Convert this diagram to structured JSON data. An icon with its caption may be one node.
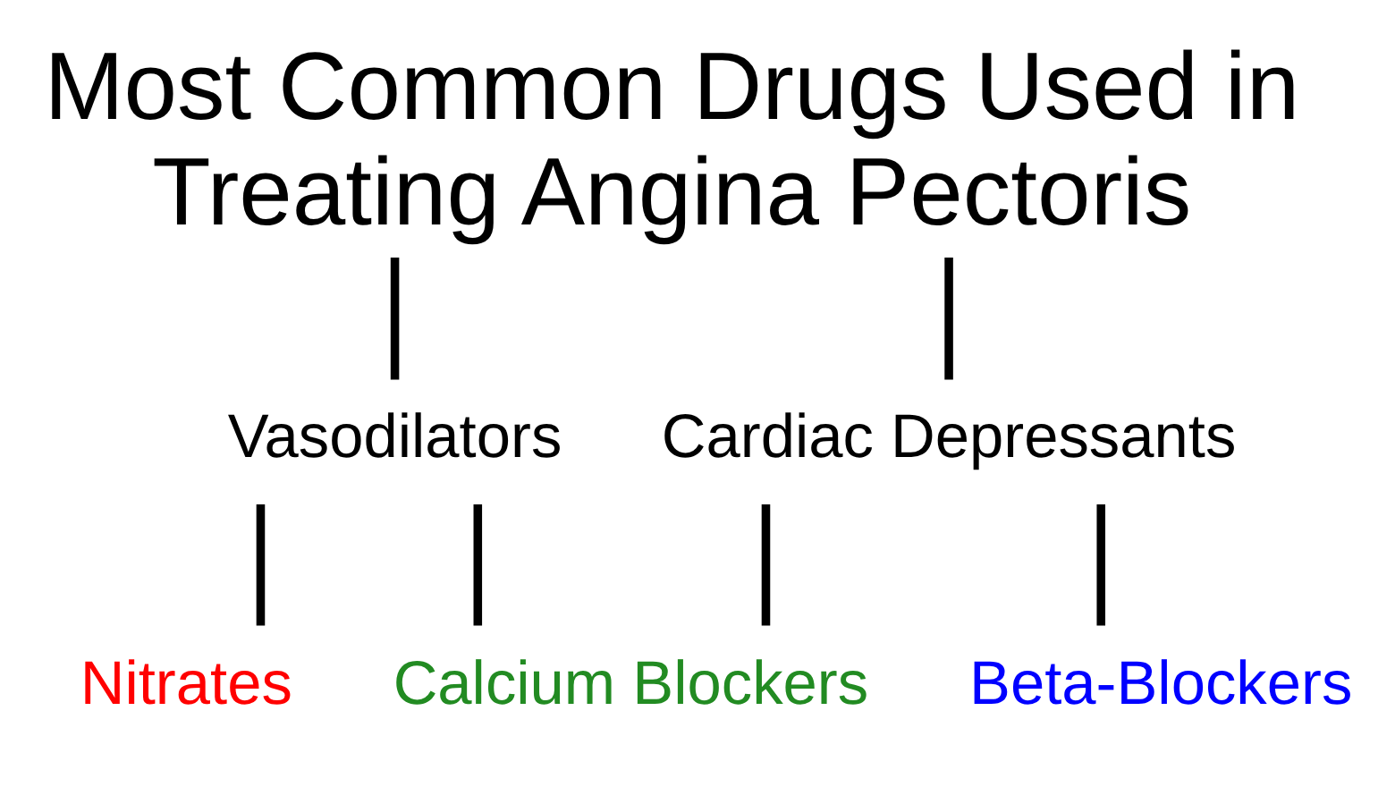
{
  "diagram": {
    "nodes": [
      {
        "text": [
          "Most Common Drugs Used in Treating Angina Pectoris"
        ]
      },
      {
        "text": [
          "Vasodilators"
        ]
      },
      {
        "text": [
          "Cardiac Depressants"
        ]
      },
      {
        "text": [
          "Nitrates"
        ]
      },
      {
        "text": [
          "Calcium Blockers"
        ]
      },
      {
        "text": [
          "Beta-Blockers"
        ]
      }
    ],
    "edges": [
      {
        "from": 0,
        "to": 1,
        "arrow": "none"
      },
      {
        "from": 0,
        "to": 2,
        "arrow": "none"
      },
      {
        "from": 1,
        "to": 3,
        "arrow": "none"
      },
      {
        "from": 1,
        "to": 4,
        "arrow": "none"
      },
      {
        "from": 2,
        "to": 4,
        "arrow": "none"
      },
      {
        "from": 2,
        "to": 5,
        "arrow": "none"
      }
    ]
  }
}
